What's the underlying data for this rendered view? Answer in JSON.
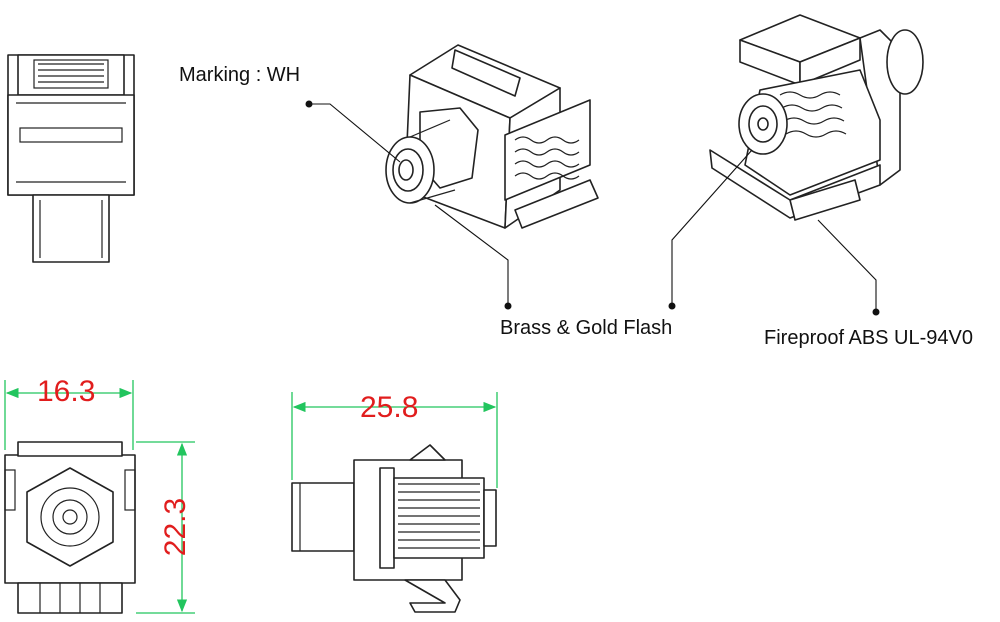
{
  "labels": {
    "marking": "Marking : WH",
    "contact": "Brass & Gold Flash",
    "housing": "Fireproof ABS UL-94V0"
  },
  "dimensions": {
    "width": "16.3",
    "height": "22.3",
    "length": "25.8"
  },
  "colors": {
    "dimension_line": "#22c55e",
    "dimension_text": "#e11d1d",
    "outline": "#222222"
  }
}
